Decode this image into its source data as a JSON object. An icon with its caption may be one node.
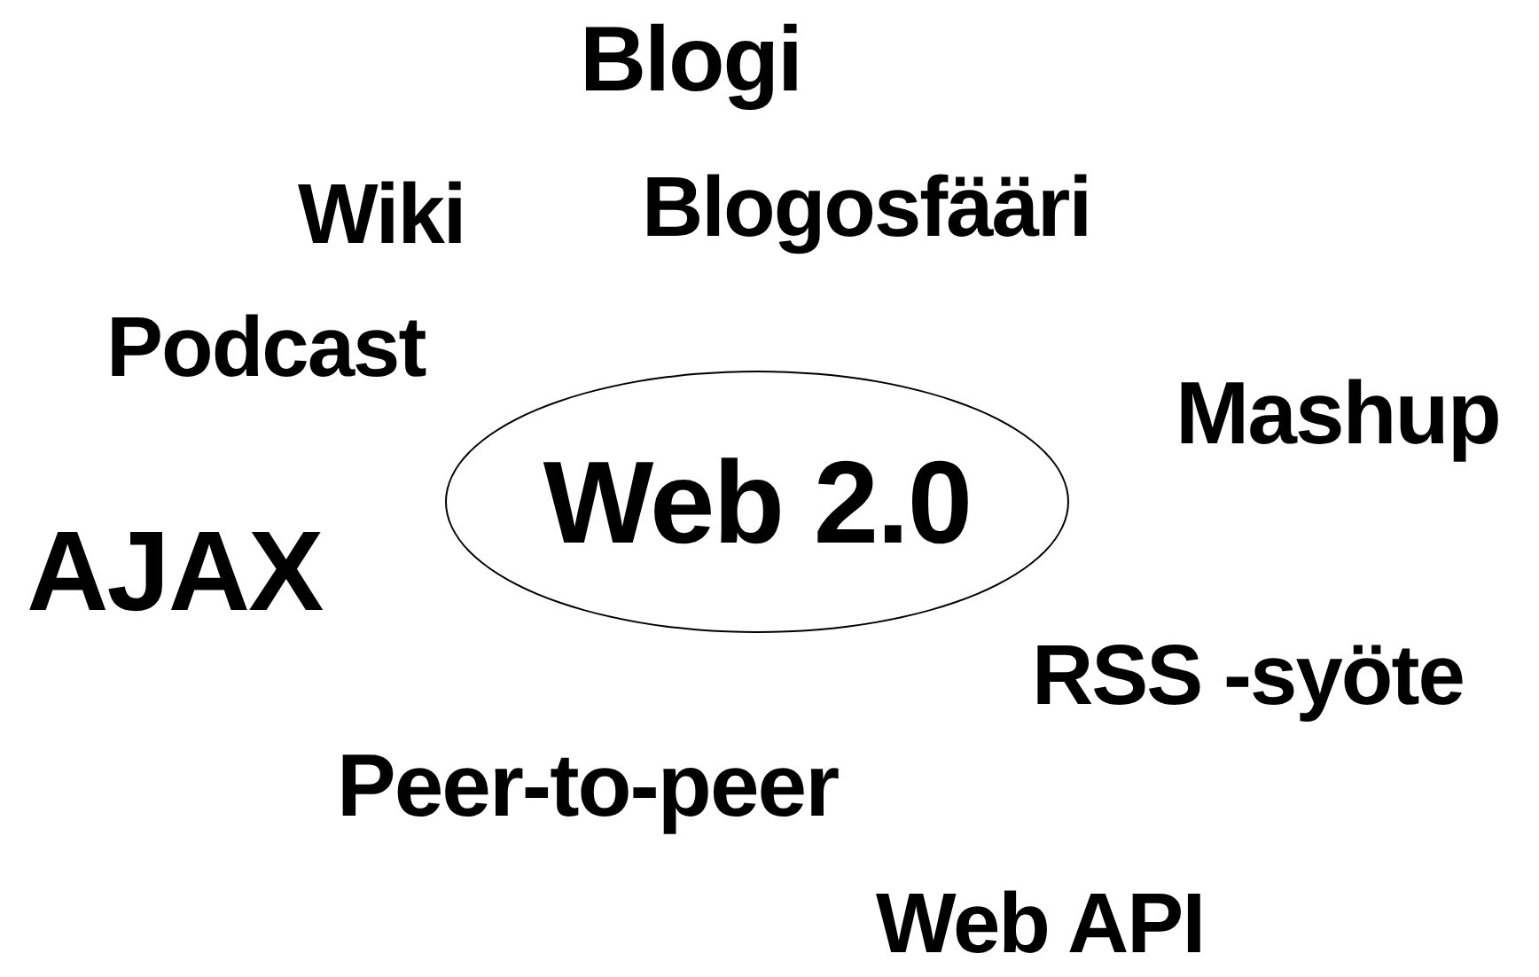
{
  "diagram": {
    "nodes": [
      {
        "text": [
          "Web 2.0"
        ]
      }
    ],
    "labels": [
      "Blogi",
      "Wiki",
      "Blogosfääri",
      "Podcast",
      "Mashup",
      "AJAX",
      "RSS -syöte",
      "Peer-to-peer",
      "Web API"
    ]
  }
}
